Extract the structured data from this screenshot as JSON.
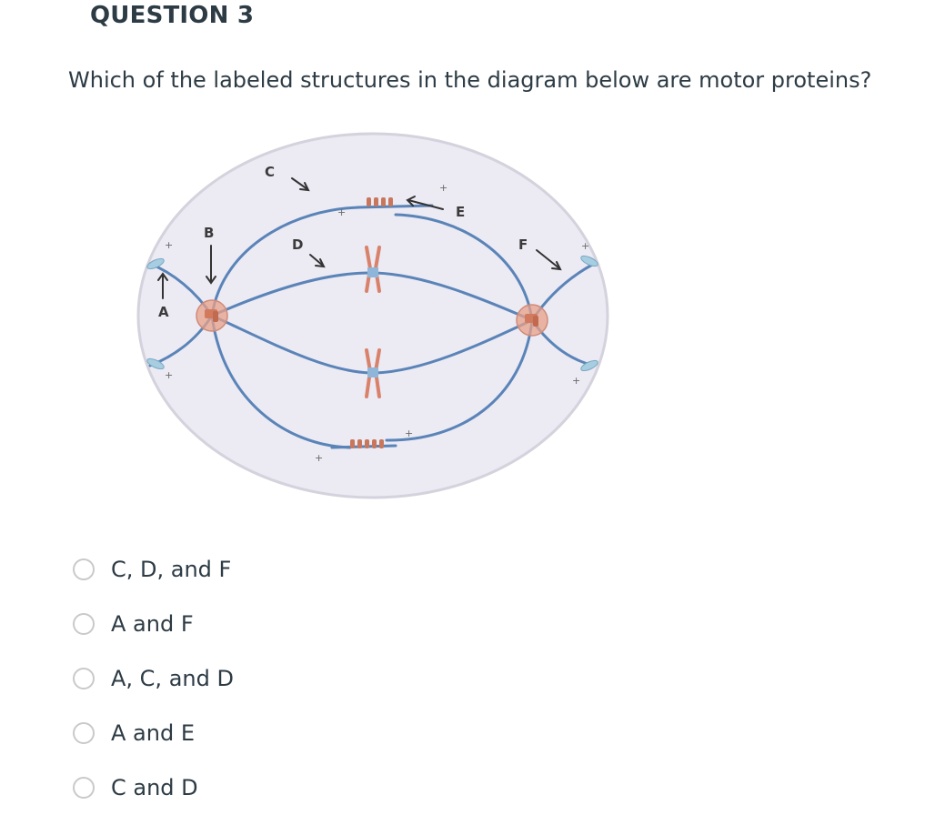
{
  "question": {
    "title": "QUESTION 3",
    "text": "Which of the labeled structures in the diagram below are motor proteins?"
  },
  "diagram": {
    "labels": {
      "a": "A",
      "b": "B",
      "c": "C",
      "d": "D",
      "e": "E",
      "f": "F"
    },
    "plus_sign": "+",
    "colors": {
      "cell_fill": "#eceaf3",
      "cell_border": "#d4d2dc",
      "microtubule": "#5a84b8",
      "centrosome": "#e8a08a",
      "chromosome": "#d9826b",
      "kinetochore": "#8fb6d9",
      "motor_protein": "#c8775c"
    }
  },
  "answers": [
    {
      "label": "C, D, and F",
      "selected": false
    },
    {
      "label": "A and F",
      "selected": false
    },
    {
      "label": "A, C, and D",
      "selected": false
    },
    {
      "label": "A and E",
      "selected": false
    },
    {
      "label": "C and D",
      "selected": false
    }
  ]
}
